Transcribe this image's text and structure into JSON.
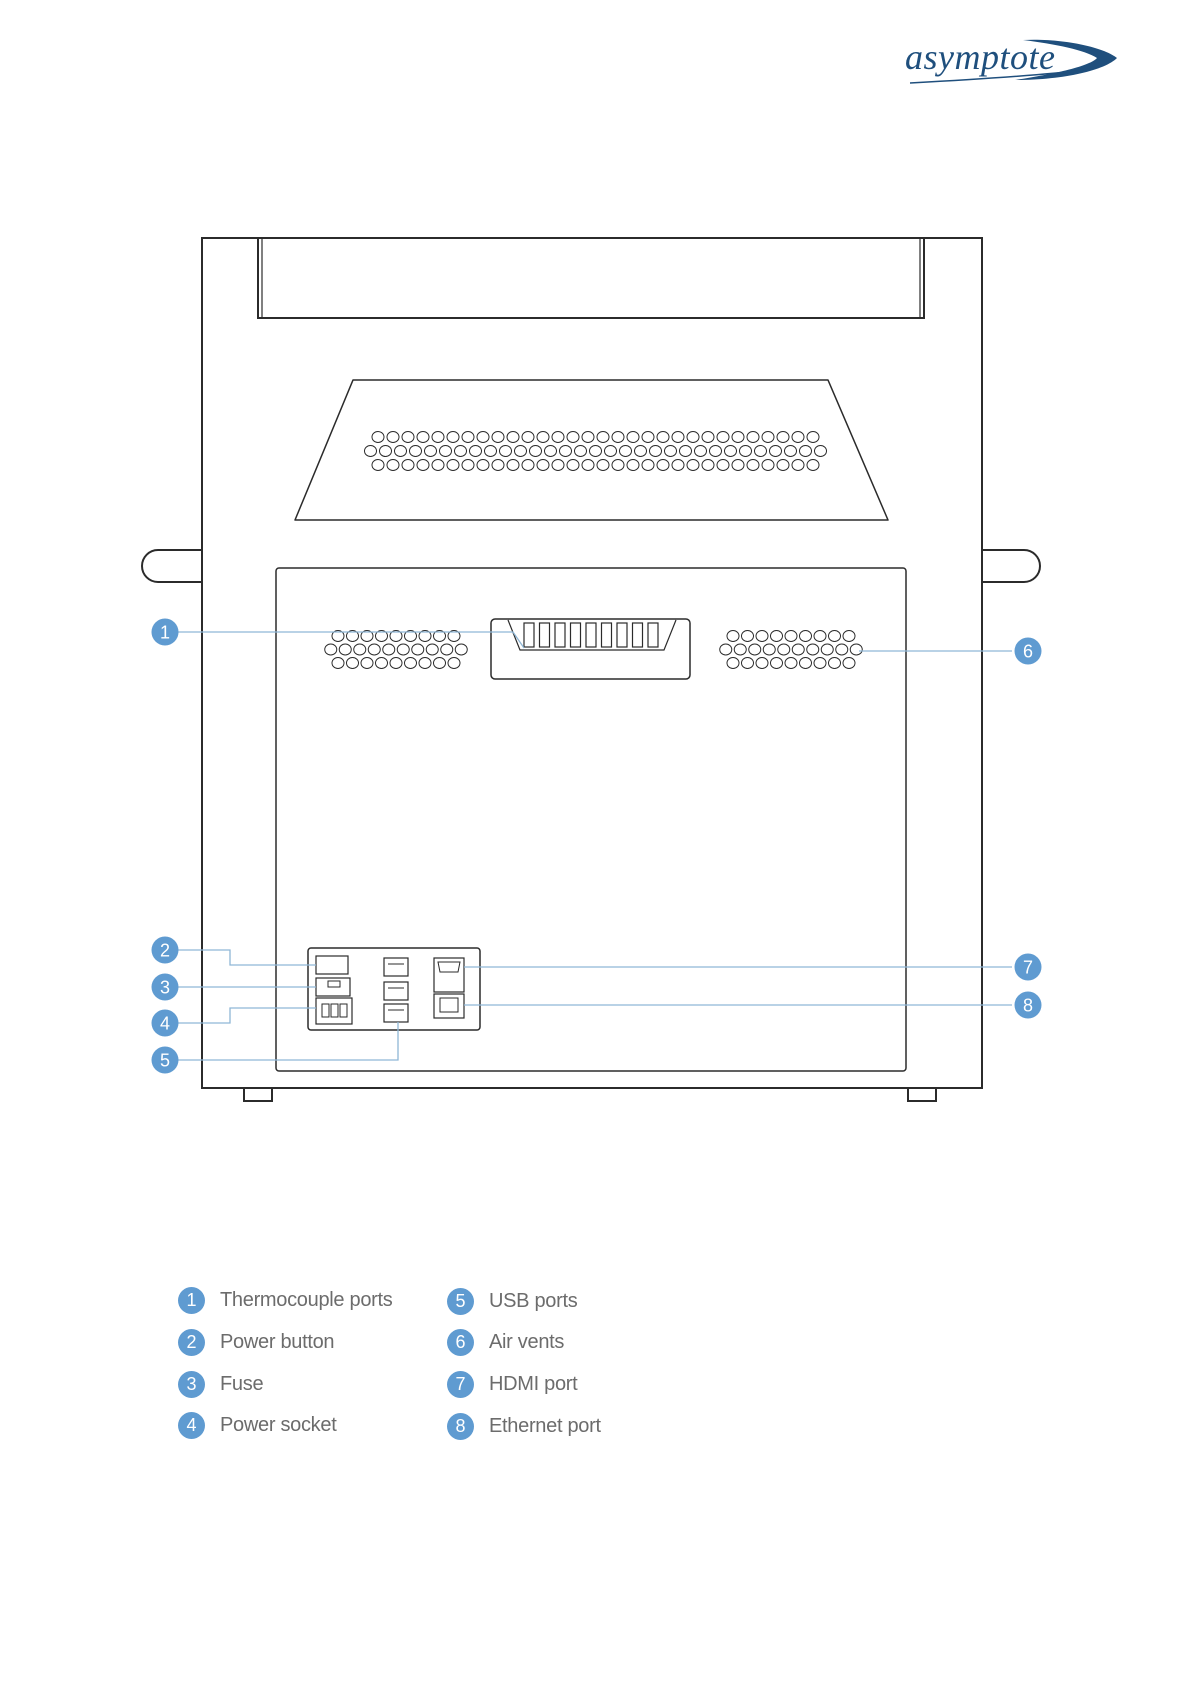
{
  "logo": {
    "text": "asymptote",
    "color": "#1f4f7d"
  },
  "accent_color": "#5f9bd1",
  "callouts": [
    {
      "number": "1",
      "label": "Thermocouple ports"
    },
    {
      "number": "2",
      "label": "Power button"
    },
    {
      "number": "3",
      "label": "Fuse"
    },
    {
      "number": "4",
      "label": "Power socket"
    },
    {
      "number": "5",
      "label": "USB ports"
    },
    {
      "number": "6",
      "label": "Air vents"
    },
    {
      "number": "7",
      "label": "HDMI port"
    },
    {
      "number": "8",
      "label": "Ethernet port"
    }
  ]
}
